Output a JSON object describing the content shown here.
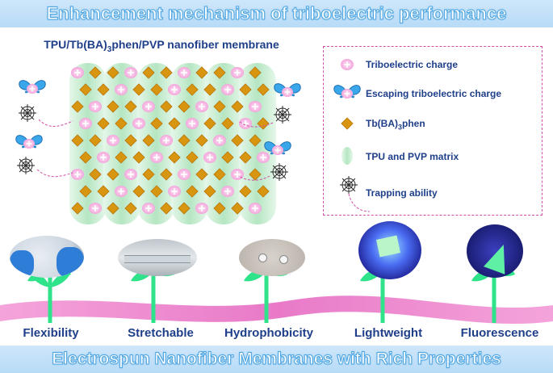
{
  "top_title": "Enhancement mechanism of triboelectric performance",
  "membrane_title": {
    "prefix": "TPU/Tb(BA)",
    "sub": "3",
    "suffix": "phen/PVP nanofiber membrane"
  },
  "legend": [
    {
      "icon": "triboelectric-charge-icon",
      "label": "Triboelectric charge"
    },
    {
      "icon": "butterfly-charge-icon",
      "label": "Escaping triboelectric charge"
    },
    {
      "icon": "diamond-icon",
      "label_prefix": "Tb(BA)",
      "label_sub": "3",
      "label_suffix": "phen"
    },
    {
      "icon": "matrix-ellipse-icon",
      "label": "TPU and PVP matrix"
    },
    {
      "icon": "spiderweb-icon",
      "label": "Trapping ability"
    }
  ],
  "properties": [
    "Flexibility",
    "Stretchable",
    "Hydrophobicity",
    "Lightweight",
    "Fluorescence"
  ],
  "bottom_title": "Electrospun Nanofiber Membranes with Rich Properties",
  "colors": {
    "banner": "#b7dbf7",
    "title_text": "#1f3f8a",
    "ribbon": "#e879c8",
    "diamond": "#d4900a",
    "charge": "#f6c6e6",
    "matrix": "#bde8c9",
    "leaf": "#2ee68a"
  }
}
